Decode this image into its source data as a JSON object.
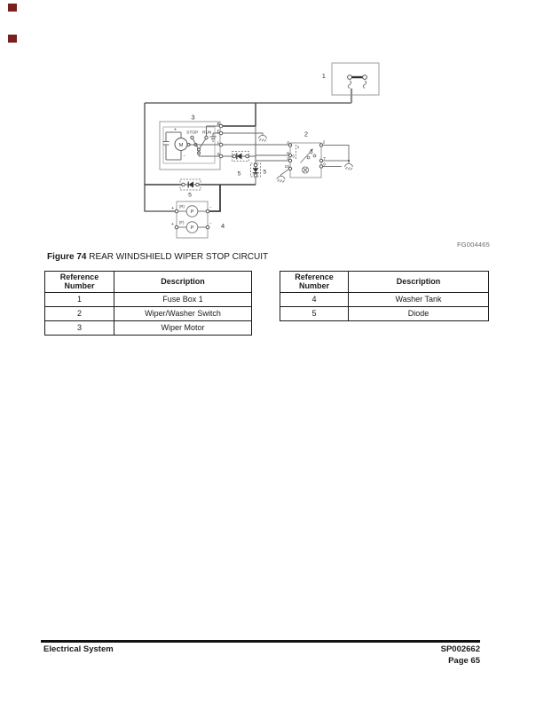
{
  "page": {
    "corner_mark_color": "#7a1e1e"
  },
  "figure": {
    "code": "FG004465",
    "label": "Figure 74",
    "title": " REAR WINDSHIELD WIPER STOP CIRCUIT"
  },
  "diagram": {
    "fuse_box_label": "1",
    "switch_label": "2",
    "motor_label": "3",
    "tank_label": "4",
    "diode_label": "5",
    "motor_terminals": {
      "b": "B",
      "e": "E",
      "l": "L",
      "s": "S"
    },
    "stop": "STOP",
    "run": "RUN",
    "motor_m": "M",
    "plus": "+",
    "minus": "-",
    "switch_terminals": {
      "t4": "4",
      "t6": "6",
      "t3": "3",
      "t10": "10",
      "t2": "2",
      "t7": "7",
      "t9": "9"
    },
    "switch_inner": {
      "one": "1",
      "zero": "0"
    },
    "pump_r": "(R)",
    "pump_f": "(F)",
    "pump_p": "P"
  },
  "tables": {
    "header_ref1": "Reference",
    "header_ref2": "Number",
    "header_desc": "Description",
    "left": {
      "rows": [
        [
          "1",
          "Fuse Box 1"
        ],
        [
          "2",
          "Wiper/Washer Switch"
        ],
        [
          "3",
          "Wiper Motor"
        ]
      ]
    },
    "right": {
      "rows": [
        [
          "4",
          "Washer Tank"
        ],
        [
          "5",
          "Diode"
        ]
      ]
    }
  },
  "footer": {
    "left": "Electrical System",
    "right_top": "SP002662",
    "right_bottom": "Page 65"
  }
}
